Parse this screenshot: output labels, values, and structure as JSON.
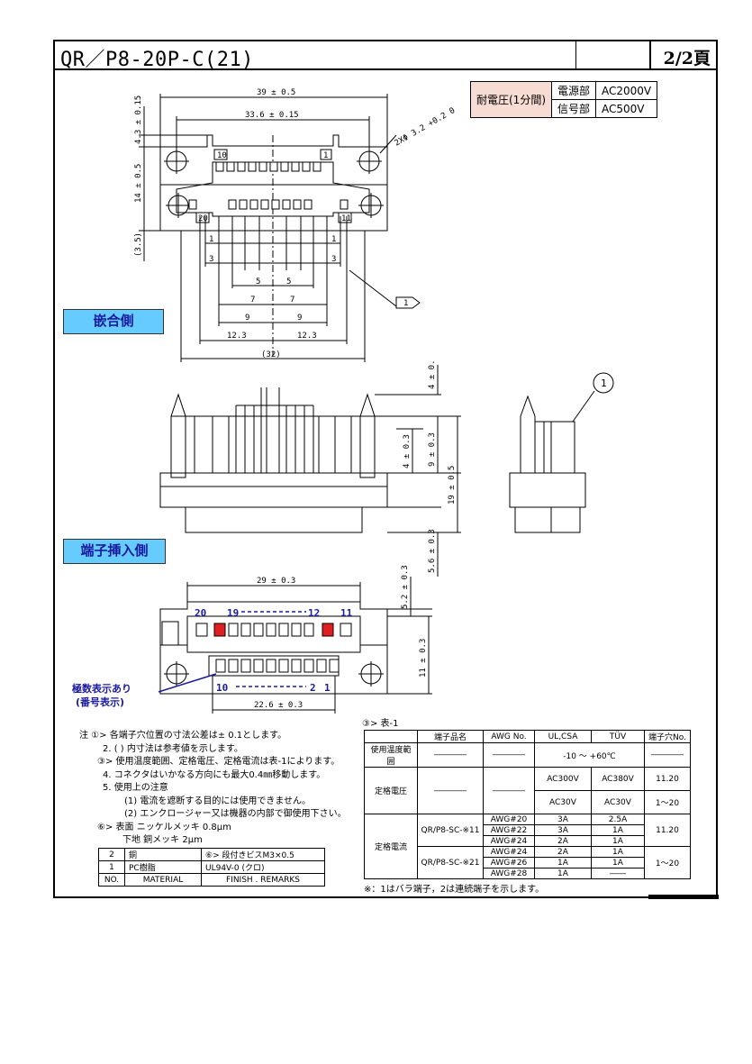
{
  "header": {
    "title": "QR／P8-20P-C(21)",
    "page": "2/2頁"
  },
  "voltage": {
    "label": "耐電圧(1分間)",
    "rows": [
      {
        "part": "電源部",
        "value": "AC2000V"
      },
      {
        "part": "信号部",
        "value": "AC500V"
      }
    ]
  },
  "banners": {
    "mating": "嵌合側",
    "insertion": "端子挿入側"
  },
  "dims": {
    "width_39": "39 ± 0.5",
    "pitch_336": "33.6 ± 0.15",
    "h_43": "4.3 ± 0.15",
    "h_14": "14 ± 0.5",
    "h_35": "(3.5)",
    "hole": "2XΦ 3.2 +0.2 0",
    "d1": "1",
    "d3": "3",
    "d5": "5",
    "d7": "7",
    "d9": "9",
    "d123": "12.3",
    "d32": "(32)",
    "h_4": "4 ± 0.",
    "h_403": "4 ± 0.3",
    "h_903": "9 ± 0.3",
    "h_1905": "19 ± 0.5",
    "h_5603": "5.6 ± 0.3",
    "w_2903": "29 ± 0.3",
    "h_5203": "5.2 ± 0.3",
    "h_1103": "11 ± 0.3",
    "w_22603": "22.6 ± 0.3",
    "pin20": "20",
    "pin19": "19",
    "pin12": "12",
    "pin11": "11",
    "pin10": "10",
    "pin2": "2",
    "pin1": "1",
    "top_pin10": "10",
    "top_pin1": "1",
    "top_pin20": "20",
    "top_pin11": "11",
    "flag1": "1",
    "callout": "1"
  },
  "polarity_note": {
    "line1": "極数表示あり",
    "line2": "(番号表示)"
  },
  "notes": [
    "注 ①> 各端子穴位置の寸法公差は± 0.1とします。",
    "2.  (   ) 内寸法は参考値を示します。",
    "③> 使用温度範囲、定格電圧、定格電流は表-1によります。",
    "4.  コネクタはいかなる方向にも最大0.4㎜移動します。",
    "5.  使用上の注意",
    "(1) 電流を遮断する目的には使用できません。",
    "(2) エンクロージャー又は機器の内部で御使用下さい。",
    "⑥> 表面  ニッケルメッキ 0.8μm",
    "下地  銅メッキ       2μm"
  ],
  "materials": {
    "rows": [
      {
        "no": "2",
        "material": "銅",
        "finish": "⑥> 段付きビスM3×0.5"
      },
      {
        "no": "1",
        "material": "PC樹脂",
        "finish": "UL94V-0 (クロ)"
      }
    ],
    "header": {
      "no": "NO.",
      "material": "MATERIAL",
      "finish": "FINISH . REMARKS"
    }
  },
  "table1": {
    "label": "③> 表-1",
    "header": [
      "端子品名",
      "AWG No.",
      "UL,CSA",
      "TÜV",
      "端子穴No."
    ],
    "temp": {
      "label": "使用温度範囲",
      "value": "-10 ～ +60℃"
    },
    "voltage": {
      "label": "定格電圧",
      "rows": [
        {
          "ul": "AC300V",
          "tuv": "AC380V",
          "hole": "11.20"
        },
        {
          "ul": "AC30V",
          "tuv": "AC30V",
          "hole": "1～20"
        }
      ]
    },
    "current": {
      "label": "定格電流",
      "groups": [
        {
          "name": "QR/P8-SC-※11",
          "hole": "11.20",
          "rows": [
            {
              "awg": "AWG#20",
              "ul": "3A",
              "tuv": "2.5A"
            },
            {
              "awg": "AWG#22",
              "ul": "3A",
              "tuv": "1A"
            },
            {
              "awg": "AWG#24",
              "ul": "2A",
              "tuv": "1A"
            }
          ]
        },
        {
          "name": "QR/P8-SC-※21",
          "hole": "1～20",
          "rows": [
            {
              "awg": "AWG#24",
              "ul": "2A",
              "tuv": "1A"
            },
            {
              "awg": "AWG#26",
              "ul": "1A",
              "tuv": "1A"
            },
            {
              "awg": "AWG#28",
              "ul": "1A",
              "tuv": "――"
            }
          ]
        }
      ]
    },
    "dash": "――――",
    "footnote": "※：1はバラ端子，2は連続端子を示します。"
  },
  "colors": {
    "banner": "#66ccff",
    "bannerText": "#1a1aa0",
    "voltHead": "#f6dcd2",
    "pinRed": "#e02020"
  }
}
